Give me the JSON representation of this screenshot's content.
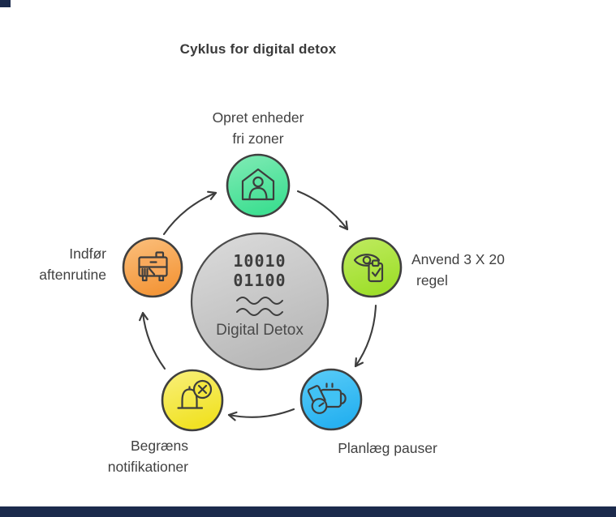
{
  "title": "Cyklus for digital detox",
  "center": {
    "binary_line1": "10010",
    "binary_line2": "01100",
    "label": "Digital Detox",
    "icon": "waves-icon"
  },
  "nodes": [
    {
      "id": "device-free-zones",
      "label_line1": "Opret enheder",
      "label_line2": "fri zoner",
      "icon": "home-person-icon",
      "color_light": "#82ebb6",
      "color_dark": "#3fdf92",
      "position": "top"
    },
    {
      "id": "3x20-rule",
      "label_line1": "Anvend 3 X 20",
      "label_line2": "regel",
      "icon": "eye-checklist-icon",
      "color_light": "#c0eb61",
      "color_dark": "#9fdf2c",
      "position": "right"
    },
    {
      "id": "plan-breaks",
      "label_line1": "Planlæg pauser",
      "label_line2": "",
      "icon": "coffee-break-timer-icon",
      "color_light": "#5bcdf8",
      "color_dark": "#27b1f0",
      "position": "bottom-right"
    },
    {
      "id": "limit-notifications",
      "label_line1": "Begræns",
      "label_line2": "notifikationer",
      "icon": "bell-dismiss-icon",
      "color_light": "#f9f07c",
      "color_dark": "#f1e224",
      "position": "bottom-left"
    },
    {
      "id": "evening-routine",
      "label_line1": "Indfør",
      "label_line2": "aftenrutine",
      "icon": "nightstand-icon",
      "color_light": "#fbc07e",
      "color_dark": "#f4973a",
      "position": "left"
    }
  ],
  "palette": {
    "background": "#ffffff",
    "title_text": "#3a3a3a",
    "label_text": "#414141",
    "outline": "#3d3d3d",
    "center_fill_light": "#dcdcdc",
    "center_fill_dark": "#b9b9b9",
    "navy_bar": "#1b2a4c"
  }
}
